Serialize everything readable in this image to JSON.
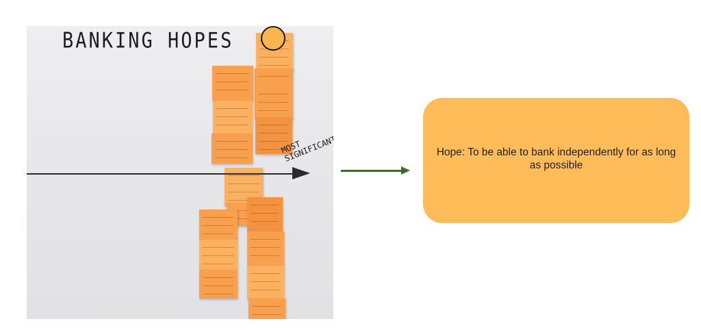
{
  "board": {
    "title": "BANKING   HOPES",
    "axis_label": "MOST\nSIGNIFICANT"
  },
  "hope": {
    "text": "Hope: To be able to bank independently for as long as possible"
  },
  "colors": {
    "sticky": "#f8a04e",
    "hope_box": "#ffbc58",
    "arrow": "#3f6a2e",
    "board": "#e8e8eb"
  },
  "icons": {
    "priority_marker": "orange-circle-dot",
    "flow_arrow": "arrow-right-icon"
  }
}
